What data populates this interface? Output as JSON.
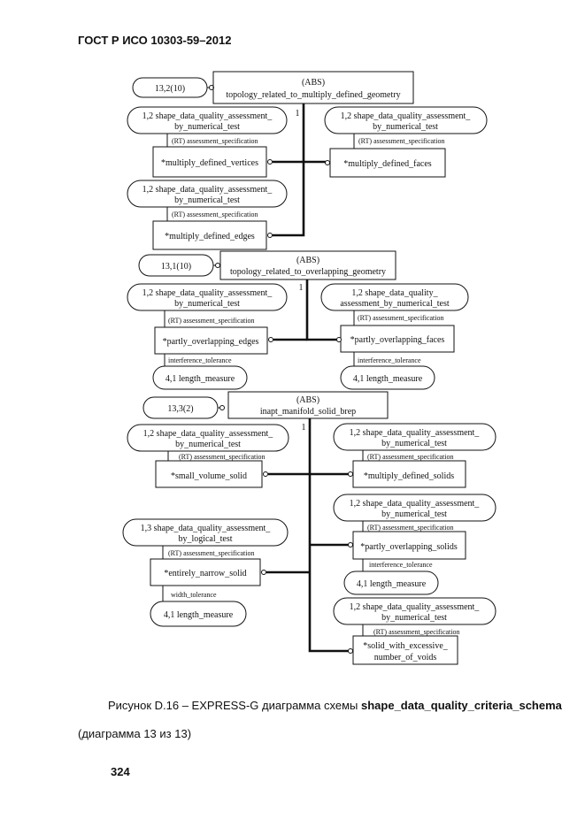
{
  "header": {
    "doc_id": "ГОСТ Р ИСО 10303-59–2012"
  },
  "diagram": {
    "nodes": {
      "ref1": "13,2(10)",
      "abs1_l1": "(ABS)",
      "abs1_l2": "topology_related_to_multiply_defined_geometry",
      "card1": "1",
      "t1a_l1": "1,2  shape_data_quality_assessment_",
      "t1a_l2": "by_numerical_test",
      "rt1a": "(RT) assessment_specification",
      "e1a": "*multiply_defined_vertices",
      "t1b_l1": "1,2  shape_data_quality_assessment_",
      "t1b_l2": "by_numerical_test",
      "rt1b": "(RT) assessment_specification",
      "e1b": "*multiply_defined_faces",
      "t1c_l1": "1,2  shape_data_quality_assessment_",
      "t1c_l2": "by_numerical_test",
      "rt1c": "(RT) assessment_specification",
      "e1c": "*multiply_defined_edges",
      "ref2": "13,1(10)",
      "abs2_l1": "(ABS)",
      "abs2_l2": "topology_related_to_overlapping_geometry",
      "card2": "1",
      "t2a_l1": "1,2  shape_data_quality_assessment_",
      "t2a_l2": "by_numerical_test",
      "rt2a": "(RT) assessment_specification",
      "e2a": "*partly_overlapping_edges",
      "attr2a": "interference_tolerance",
      "len2a": "4,1  length_measure",
      "t2b_l1": "1,2  shape_data_quality_",
      "t2b_l2": "assessment_by_numerical_test",
      "rt2b": "(RT) assessment_specification",
      "e2b": "*partly_overlapping_faces",
      "attr2b": "interference_tolerance",
      "len2b": "4,1  length_measure",
      "ref3": "13,3(2)",
      "abs3_l1": "(ABS)",
      "abs3_l2": "inapt_manifold_solid_brep",
      "card3": "1",
      "t3a_l1": "1,2  shape_data_quality_assessment_",
      "t3a_l2": "by_numerical_test",
      "rt3a": "(RT) assessment_specification",
      "e3a": "*small_volume_solid",
      "t3b_l1": "1,2  shape_data_quality_assessment_",
      "t3b_l2": "by_numerical_test",
      "rt3b": "(RT) assessment_specification",
      "e3b": "*multiply_defined_solids",
      "t3c_l1": "1,2  shape_data_quality_assessment_",
      "t3c_l2": "by_numerical_test",
      "rt3c": "(RT) assessment_specification",
      "e3c": "*partly_overlapping_solids",
      "attr3c": "interference_tolerance",
      "len3c": "4,1  length_measure",
      "t3d_l1": "1,3  shape_data_quality_assessment_",
      "t3d_l2": "by_logical_test",
      "rt3d": "(RT) assessment_specification",
      "e3d": "*entirely_narrow_solid",
      "attr3d": "width_tolerance",
      "len3d": "4,1  length_measure",
      "t3e_l1": "1,2  shape_data_quality_assessment_",
      "t3e_l2": "by_numerical_test",
      "rt3e": "(RT) assessment_specification",
      "e3e_l1": "*solid_with_excessive_",
      "e3e_l2": "number_of_voids"
    }
  },
  "caption": {
    "prefix": "Рисунок D.16 – EXPRESS-G диаграмма схемы ",
    "schema": "shape_data_quality_criteria_schema",
    "line2": "(диаграмма 13 из 13)"
  },
  "page": {
    "number": "324"
  }
}
